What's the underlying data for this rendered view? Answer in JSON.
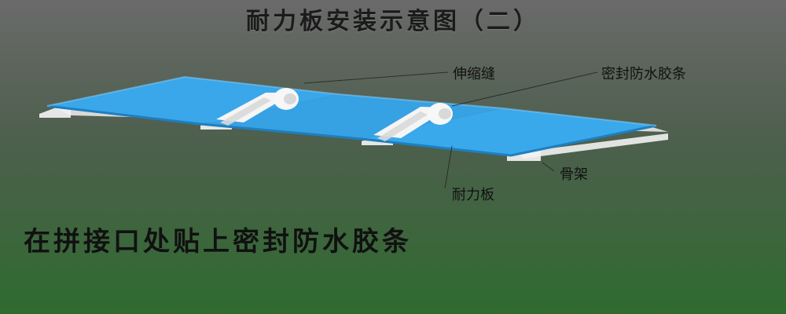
{
  "diagram": {
    "title": "耐力板安装示意图（二）",
    "caption": "在拼接口处贴上密封防水胶条",
    "labels": {
      "expansion_joint": "伸缩缝",
      "sealing_strip": "密封防水胶条",
      "frame": "骨架",
      "panel": "耐力板"
    }
  },
  "colors": {
    "background_top": "#6a6a6a",
    "background_bottom": "#2f6b2f",
    "panel_blue": "#39a7ea",
    "panel_edge": "#2b8fd1",
    "strip_white": "#f4f4f4",
    "frame_gray": "#e2e2e2"
  }
}
